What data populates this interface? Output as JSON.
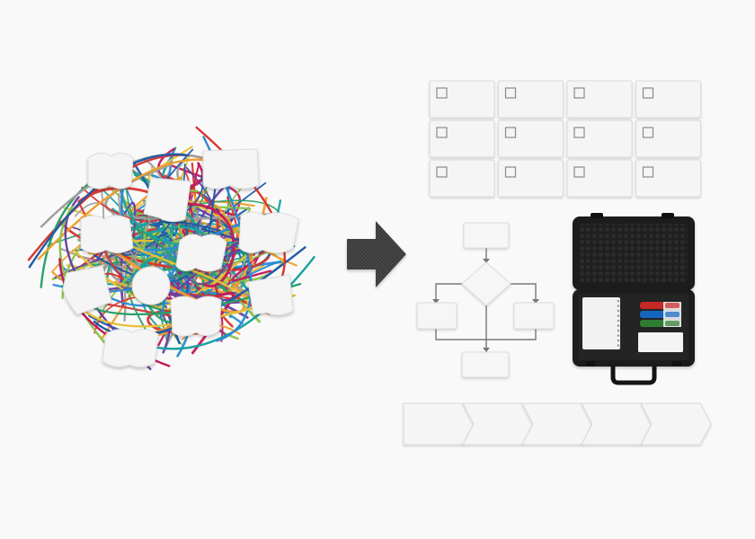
{
  "scene": {
    "description_free": true,
    "left_group": "tangled-cables-with-puzzle-pieces",
    "center_icon": "arrow-right-icon",
    "right_groups": [
      "checkbox-card-grid",
      "flowchart",
      "toolkit-case",
      "process-chevron-strip"
    ]
  },
  "colors": {
    "background": "#f9f9f9",
    "card": "#f4f4f4",
    "card_edge": "#d9d9d9",
    "arrow": "#3a3a3a",
    "case_body": "#1c1c1c",
    "case_foam": "#2a2a2a",
    "cable_palette": [
      "#d8352f",
      "#f09d2a",
      "#2a8bd3",
      "#2aa06a",
      "#6b3fa0",
      "#e6c13a",
      "#1f5aa8",
      "#8bc34a",
      "#c2185b",
      "#9e9e9e",
      "#17a2a0"
    ],
    "marker_colors": [
      "#c62828",
      "#1565c0",
      "#2e7d32"
    ]
  },
  "grid": {
    "rows": 3,
    "cols": 4
  },
  "process_steps": 5
}
